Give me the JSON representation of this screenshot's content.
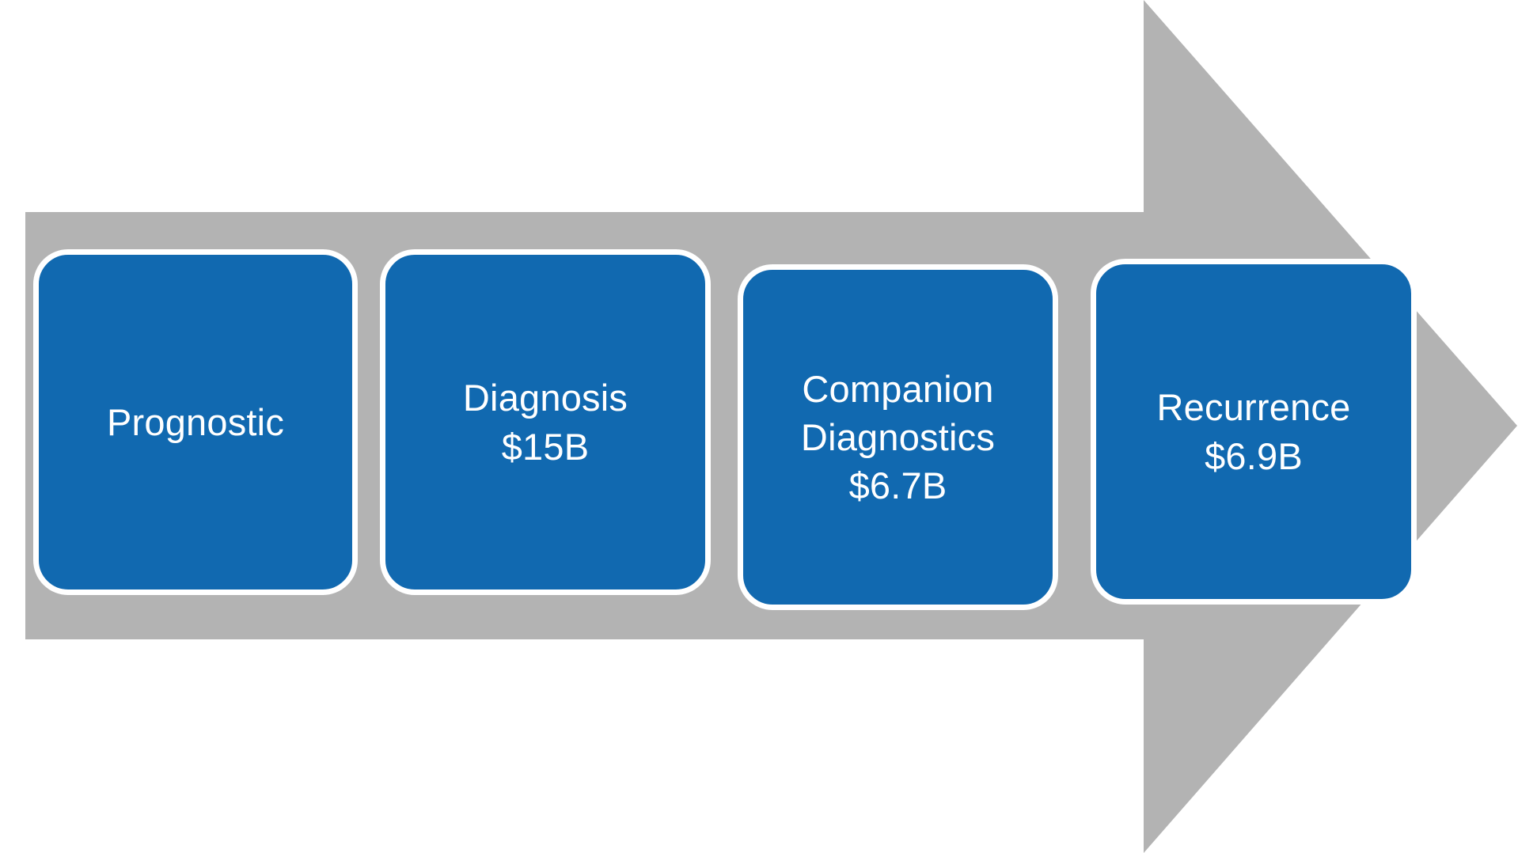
{
  "diagram": {
    "type": "process-arrow",
    "title": "",
    "arrow": {
      "name": "right-arrow",
      "fill_color": "#b3b3b3",
      "direction": "right"
    },
    "box_style": {
      "fill_color": "#1169b0",
      "border_color": "#ffffff",
      "text_color": "#ffffff"
    },
    "stages": [
      {
        "id": "prognostic",
        "name": "Prognostic",
        "value": "",
        "text": "Prognostic"
      },
      {
        "id": "diagnosis",
        "name": "Diagnosis",
        "value": "$15B",
        "text": "Diagnosis\n$15B"
      },
      {
        "id": "companion-diagnostics",
        "name": "Companion Diagnostics",
        "value": "$6.7B",
        "text": "Companion\nDiagnostics\n$6.7B"
      },
      {
        "id": "recurrence",
        "name": "Recurrence",
        "value": "$6.9B",
        "text": "Recurrence\n$6.9B"
      }
    ]
  }
}
